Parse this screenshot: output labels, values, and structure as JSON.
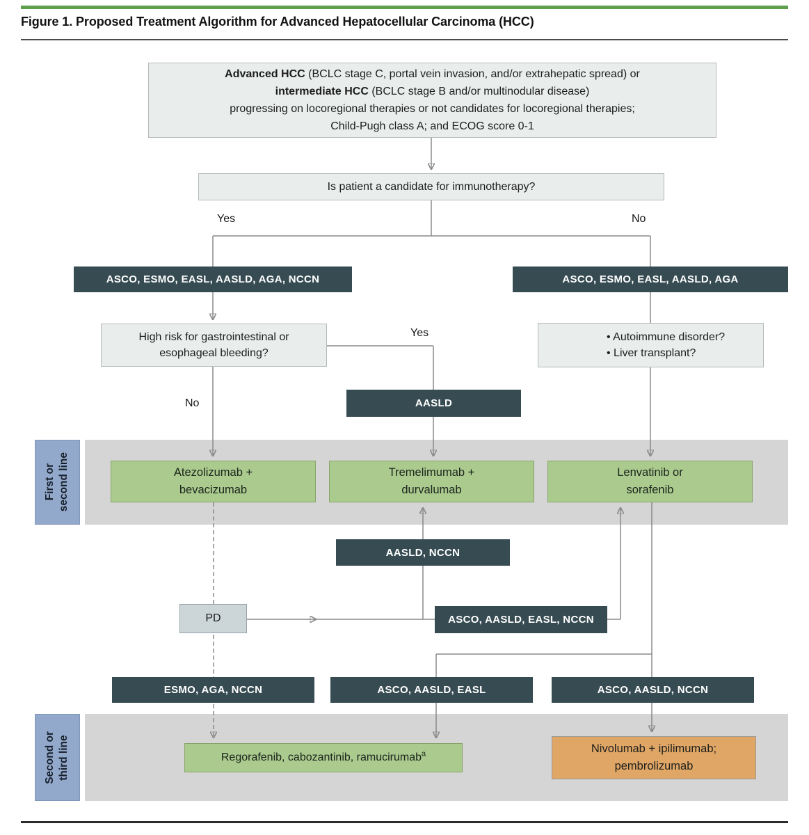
{
  "figure": {
    "title": "Figure 1. Proposed Treatment Algorithm for Advanced Hepatocellular Carcinoma (HCC)"
  },
  "entry_box": {
    "line1_bold": "Advanced HCC",
    "line1_rest": " (BCLC stage C, portal vein invasion, and/or extrahepatic spread) or",
    "line2_bold": "intermediate HCC",
    "line2_rest": " (BCLC stage B and/or multinodular disease)",
    "line3": "progressing on locoregional therapies or not candidates for locoregional therapies;",
    "line4": "Child-Pugh class A; and ECOG score 0-1"
  },
  "question_box": {
    "text": "Is patient a candidate for immunotherapy?"
  },
  "branch_labels": {
    "yes_top": "Yes",
    "no_top": "No",
    "yes_bleeding": "Yes",
    "no_bleeding": "No"
  },
  "guideline_boxes": {
    "immuno_yes": "ASCO, ESMO, EASL, AASLD, AGA, NCCN",
    "immuno_no": "ASCO, ESMO, EASL, AASLD, AGA",
    "aasld": "AASLD",
    "aasld_nccn": "AASLD, NCCN",
    "asco_aasld_easl_nccn": "ASCO, AASLD, EASL, NCCN",
    "esmo_aga_nccn": "ESMO, AGA, NCCN",
    "asco_aasld_easl": "ASCO, AASLD, EASL",
    "asco_aasld_nccn": "ASCO, AASLD, NCCN"
  },
  "bleeding_box": {
    "text": "High risk for gastrointestinal or\nesophageal bleeding?"
  },
  "contraindication_box": {
    "item1": "• Autoimmune disorder?",
    "item2": "• Liver transplant?"
  },
  "row_labels": {
    "first_line": "First or\nsecond line",
    "second_line": "Second or\nthird line"
  },
  "treatment_boxes": {
    "atezolizumab_bevacizumab": "Atezolizumab +\nbevacizumab",
    "tremelimumab_durvalumab": "Tremelimumab +\ndurvalumab",
    "lenvatinib_sorafenib": "Lenvatinib or\nsorafenib",
    "regorafenib_cabozantinib_ramucirumab": "Regorafenib, cabozantinib, ramucirumab",
    "regorafenib_footnote_sup": "a",
    "nivolumab_ipilimumab_pembrolizumab": "Nivolumab + ipilimumab;\npembrolizumab"
  },
  "pd_box": {
    "text": "PD"
  },
  "colors": {
    "accent_green": "#5fa04e",
    "dark_box": "#364b52",
    "green_box": "#aaca8e",
    "orange_box": "#dfa666",
    "blue_label": "#93a9cb",
    "band_gray": "#d5d5d5",
    "light_box": "#e9edec",
    "pd_box": "#ccd6d8",
    "line_gray": "#8a8a8a"
  }
}
